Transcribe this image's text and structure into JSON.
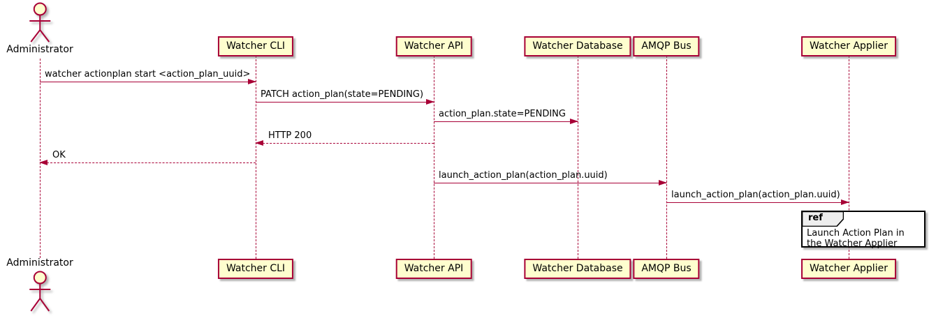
{
  "diagram": {
    "type": "uml-sequence",
    "colors": {
      "participant_fill": "#FEFECE",
      "participant_border": "#A80036",
      "line_color": "#A80036",
      "text_color": "#000000",
      "ref_border": "#000000",
      "ref_header_fill": "#EEEEEE"
    },
    "actor": {
      "label": "Administrator"
    },
    "participants": [
      {
        "label": "Watcher CLI"
      },
      {
        "label": "Watcher API"
      },
      {
        "label": "Watcher Database"
      },
      {
        "label": "AMQP Bus"
      },
      {
        "label": "Watcher Applier"
      }
    ],
    "messages": [
      {
        "from": "Administrator",
        "to": "Watcher CLI",
        "label": "watcher actionplan start <action_plan_uuid>",
        "style": "solid"
      },
      {
        "from": "Watcher CLI",
        "to": "Watcher API",
        "label": "PATCH action_plan(state=PENDING)",
        "style": "solid"
      },
      {
        "from": "Watcher API",
        "to": "Watcher Database",
        "label": "action_plan.state=PENDING",
        "style": "solid"
      },
      {
        "from": "Watcher API",
        "to": "Watcher CLI",
        "label": "HTTP 200",
        "style": "dashed-return"
      },
      {
        "from": "Watcher CLI",
        "to": "Administrator",
        "label": "OK",
        "style": "dashed-return"
      },
      {
        "from": "Watcher API",
        "to": "AMQP Bus",
        "label": "launch_action_plan(action_plan.uuid)",
        "style": "solid"
      },
      {
        "from": "AMQP Bus",
        "to": "Watcher Applier",
        "label": "launch_action_plan(action_plan.uuid)",
        "style": "solid"
      }
    ],
    "ref": {
      "keyword": "ref",
      "text": "Launch Action Plan in the Watcher Applier",
      "over": "Watcher Applier"
    }
  }
}
